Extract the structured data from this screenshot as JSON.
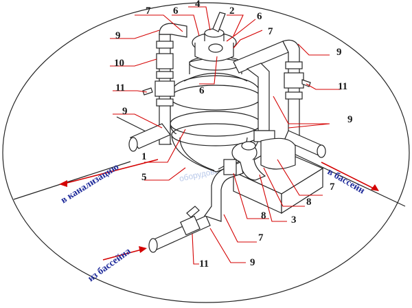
{
  "labels": {
    "n1": "1",
    "n2": "2",
    "n3": "3",
    "n4": "4",
    "n5": "5",
    "n6a": "6",
    "n6b": "6",
    "n6c": "6",
    "n7a": "7",
    "n7b": "7",
    "n7c": "7",
    "n7d": "7",
    "n8a": "8",
    "n8b": "8",
    "n9a": "9",
    "n9b": "9",
    "n9c": "9",
    "n9d": "9",
    "n9e": "9",
    "n10": "10",
    "n11a": "11",
    "n11b": "11",
    "n11c": "11"
  },
  "directions": {
    "to_sewer": "в канализацию",
    "to_pool": "в бассейн",
    "from_pool": "из бассейна"
  },
  "watermark": "оборудование для бассейнов",
  "colors": {
    "leader": "#d40000",
    "direction_text": "#1e2a9a",
    "watermark": "#b9c9ea"
  }
}
